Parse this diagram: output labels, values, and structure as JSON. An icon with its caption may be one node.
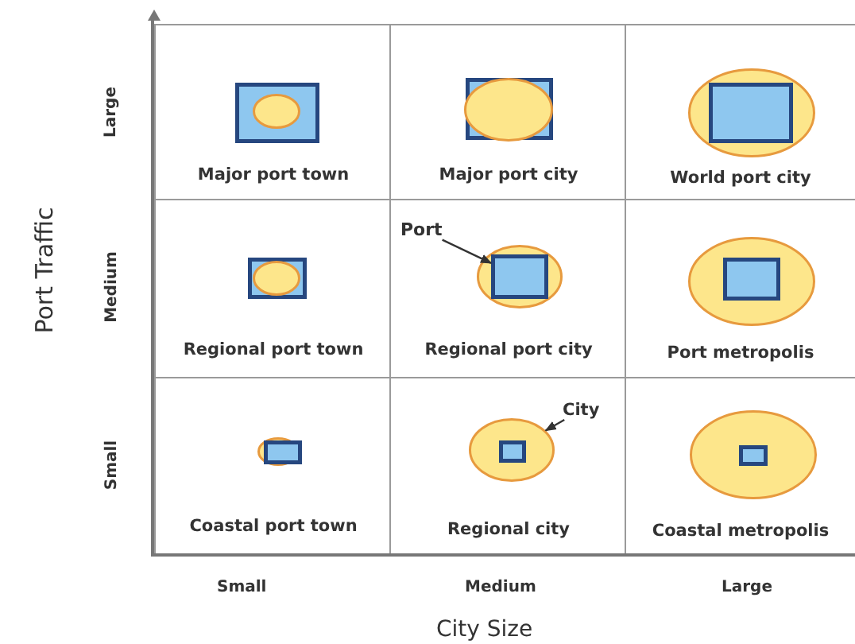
{
  "diagram": {
    "nodes": [
      {
        "text": [
          "Major port town"
        ]
      },
      {
        "text": [
          "Major port city"
        ]
      },
      {
        "text": [
          "World port city"
        ]
      },
      {
        "text": [
          "Regional port town"
        ]
      },
      {
        "text": [
          "Regional port city"
        ]
      },
      {
        "text": [
          "Port"
        ],
        "in": 4
      },
      {
        "text": [],
        "shape": "box",
        "in": 4
      },
      {
        "text": [
          "Port metropolis"
        ]
      },
      {
        "text": [
          "Coastal port town"
        ]
      },
      {
        "text": [
          "Regional city"
        ]
      },
      {
        "text": [
          "City"
        ],
        "in": 9
      },
      {
        "text": [],
        "shape": "circle",
        "in": 9
      },
      {
        "text": [
          "Coastal metropolis"
        ]
      }
    ],
    "edges": [
      {
        "from": 5,
        "to": 6,
        "arrow": "to"
      },
      {
        "from": 10,
        "to": 11,
        "arrow": "to"
      }
    ],
    "labels": [
      "Port Traffic",
      "Large",
      "Medium",
      "Small",
      "Small",
      "Medium",
      "Large",
      "City Size"
    ]
  }
}
